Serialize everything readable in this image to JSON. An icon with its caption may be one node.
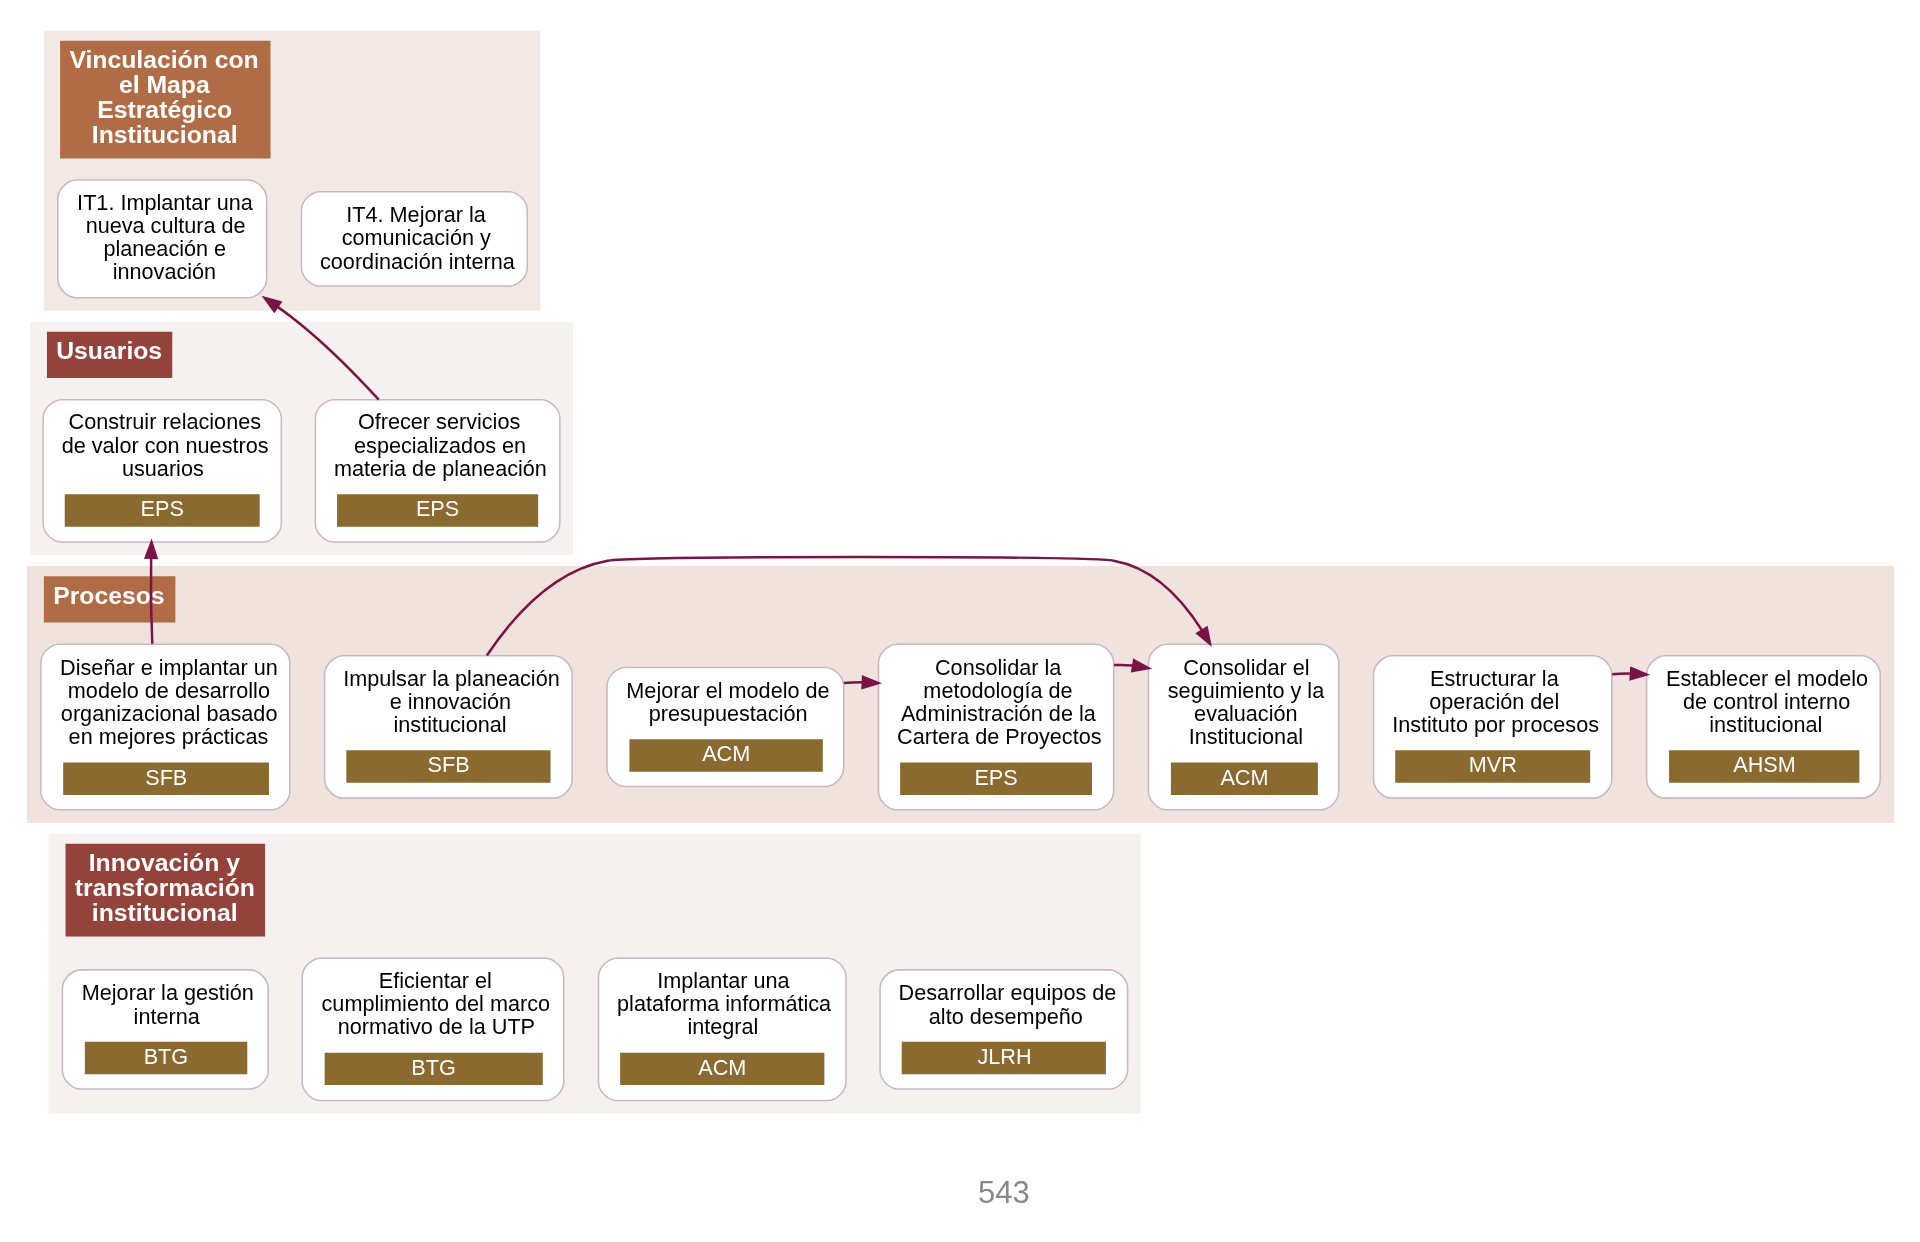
{
  "diagram": {
    "nodes": [
      {
        "text": [
          "Vinculación con el Mapa Estratégico Institucional"
        ]
      },
      {
        "text": [
          "IT1. Implantar una nueva cultura de planeación e innovación"
        ],
        "in": 0
      },
      {
        "text": [
          "IT4. Mejorar la comunicación y coordinación interna"
        ],
        "in": 0
      },
      {
        "text": [
          "Usuarios"
        ]
      },
      {
        "text": [
          "Construir relaciones de valor con nuestros usuarios",
          "EPS"
        ],
        "in": 3
      },
      {
        "text": [
          "Ofrecer servicios especializados en materia de planeación",
          "EPS"
        ],
        "in": 3
      },
      {
        "text": [
          "Procesos"
        ]
      },
      {
        "text": [
          "Diseñar e implantar un modelo de desarrollo organizacional basado en mejores prácticas",
          "SFB"
        ],
        "in": 6
      },
      {
        "text": [
          "Impulsar la planeación e innovación institucional",
          "SFB"
        ],
        "in": 6
      },
      {
        "text": [
          "Mejorar el modelo de presupuestación",
          "ACM"
        ],
        "in": 6
      },
      {
        "text": [
          "Consolidar la metodología de Administración de la Cartera de Proyectos",
          "EPS"
        ],
        "in": 6
      },
      {
        "text": [
          "Consolidar el seguimiento y la evaluación Institucional",
          "ACM"
        ],
        "in": 6
      },
      {
        "text": [
          "Estructurar la operación del Instituto por procesos",
          "MVR"
        ],
        "in": 6
      },
      {
        "text": [
          "Establecer el modelo de control interno institucional",
          "AHSM"
        ],
        "in": 6
      },
      {
        "text": [
          "Innovación y transformación institucional"
        ]
      },
      {
        "text": [
          "Mejorar la gestión interna",
          "BTG"
        ],
        "in": 14
      },
      {
        "text": [
          "Eficientar el cumplimiento del marco normativo de la UTP",
          "BTG"
        ],
        "in": 14
      },
      {
        "text": [
          "Implantar una plataforma informática integral",
          "ACM"
        ],
        "in": 14
      },
      {
        "text": [
          "Desarrollar equipos de alto desempeño",
          "JLRH"
        ],
        "in": 14
      }
    ],
    "edges": [
      {
        "from": 7,
        "to": 4,
        "arrow": "to"
      },
      {
        "from": 5,
        "to": 1,
        "arrow": "to"
      },
      {
        "from": 8,
        "to": 11,
        "arrow": "to"
      },
      {
        "from": 9,
        "to": 10,
        "arrow": "to"
      },
      {
        "from": 10,
        "to": 11,
        "arrow": "to"
      },
      {
        "from": 12,
        "to": 13,
        "arrow": "to"
      }
    ],
    "labels": [
      "543"
    ]
  }
}
